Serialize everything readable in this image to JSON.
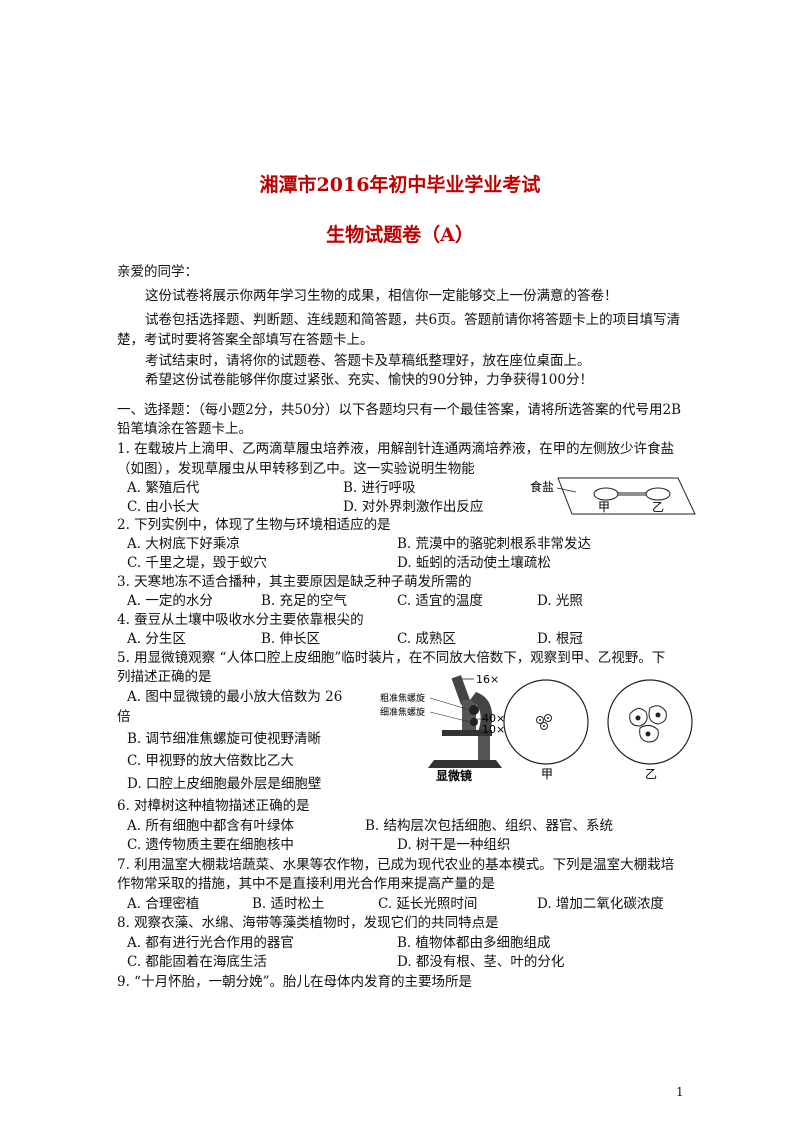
{
  "header": {
    "title": "湘潭市2016年初中毕业学业考试",
    "subtitle": "生物试题卷（A）"
  },
  "intro": {
    "greeting": "亲爱的同学：",
    "p1": "这份试卷将展示你两年学习生物的成果，相信你一定能够交上一份满意的答卷！",
    "p2a": "试卷包括选择题、判断题、连线题和简答题，共6页。答题前请你将答题卡上的项目填写清",
    "p2b": "楚，考试时要将答案全部填写在答题卡上。",
    "p3": "考试结束时，请将你的试题卷、答题卡及草稿纸整理好，放在座位桌面上。",
    "p4": "希望这份试卷能够伴你度过紧张、充实、愉快的90分钟，力争获得100分！"
  },
  "section1": {
    "heading_a": "一、选择题：（每小题2分，共50分）以下各题均只有一个最佳答案，请将所选答案的代号用2B",
    "heading_b": "铅笔填涂在答题卡上。"
  },
  "questions": {
    "q1a": "1. 在载玻片上滴甲、乙两滴草履虫培养液，用解剖针连通两滴培养液，在甲的左侧放少许食盐",
    "q1b": "（如图），发现草履虫从甲转移到乙中。这一实验说明生物能",
    "q1A": "A. 繁殖后代",
    "q1B": "B. 进行呼吸",
    "q1C": "C. 由小长大",
    "q1D": "D. 对外界刺激作出反应",
    "q2": "2. 下列实例中，体现了生物与环境相适应的是",
    "q2A": "A. 大树底下好乘凉",
    "q2B": "B. 荒漠中的骆驼刺根系非常发达",
    "q2C": "C. 千里之堤，毁于蚁穴",
    "q2D": "D. 蚯蚓的活动使土壤疏松",
    "q3": "3. 天寒地冻不适合播种，其主要原因是缺乏种子萌发所需的",
    "q3A": "A. 一定的水分",
    "q3B": "B. 充足的空气",
    "q3C": "C. 适宜的温度",
    "q3D": "D. 光照",
    "q4": "4. 蚕豆从土壤中吸收水分主要依靠根尖的",
    "q4A": "A. 分生区",
    "q4B": "B. 伸长区",
    "q4C": "C. 成熟区",
    "q4D": "D. 根冠",
    "q5a": "5. 用显微镜观察 “人体口腔上皮细胞”临时装片，在不同放大倍数下，观察到甲、乙视野。下",
    "q5b": "列描述正确的是",
    "q5A1": "A. 图中显微镜的最小放大倍数为 26",
    "q5A2": "倍",
    "q5B": "B. 调节细准焦螺旋可使视野清晰",
    "q5C": "C. 甲视野的放大倍数比乙大",
    "q5D": "D. 口腔上皮细胞最外层是细胞壁",
    "q6": "6. 对樟树这种植物描述正确的是",
    "q6A": "A. 所有细胞中都含有叶绿体",
    "q6B": "B. 结构层次包括细胞、组织、器官、系统",
    "q6C": "C. 遗传物质主要在细胞核中",
    "q6D": "D. 树干是一种组织",
    "q7a": "7. 利用温室大棚栽培蔬菜、水果等农作物，已成为现代农业的基本模式。下列是温室大棚栽培",
    "q7b": "作物常采取的措施，其中不是直接利用光合作用来提高产量的是",
    "q7A": "A. 合理密植",
    "q7B": "B. 适时松土",
    "q7C": "C. 延长光照时间",
    "q7D": "D. 增加二氧化碳浓度",
    "q8": "8. 观察衣藻、水绵、海带等藻类植物时，发现它们的共同特点是",
    "q8A": "A. 都有进行光合作用的器官",
    "q8B": "B. 植物体都由多细胞组成",
    "q8C": "C. 都能固着在海底生活",
    "q8D": "D. 都没有根、茎、叶的分化",
    "q9": "9. “十月怀胎，一朝分娩”。胎儿在母体内发育的主要场所是"
  },
  "figure1": {
    "salt": "食盐",
    "jia": "甲",
    "yi": "乙"
  },
  "figure5": {
    "m16": "16×",
    "coarse": "粗准焦螺旋",
    "fine": "细准焦螺旋",
    "m40": "40×",
    "m10": "10×",
    "scope": "显微镜",
    "jia": "甲",
    "yi": "乙"
  },
  "page_number": "1"
}
